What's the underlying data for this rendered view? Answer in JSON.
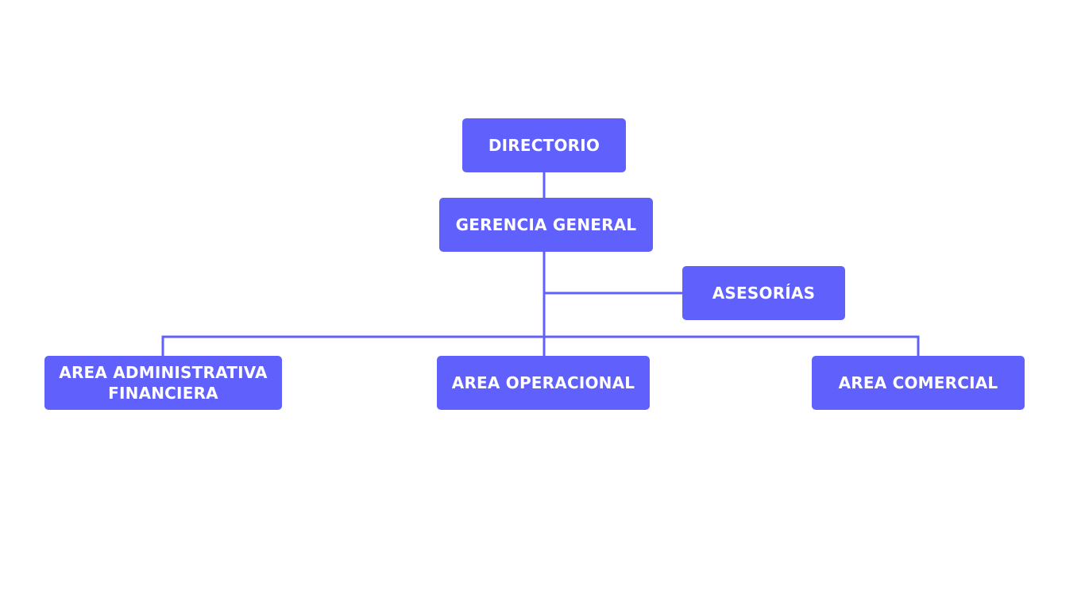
{
  "colors": {
    "node_fill": "#6060fd",
    "connector": "#6060fd",
    "node_text": "#ffffff",
    "background": "#ffffff"
  },
  "nodes": {
    "directorio": "DIRECTORIO",
    "gerencia_general": "GERENCIA GENERAL",
    "asesorias": "ASESORÍAS",
    "area_administrativa": "AREA ADMINISTRATIVA\nFINANCIERA",
    "area_operacional": "AREA OPERACIONAL",
    "area_comercial": "AREA COMERCIAL"
  }
}
